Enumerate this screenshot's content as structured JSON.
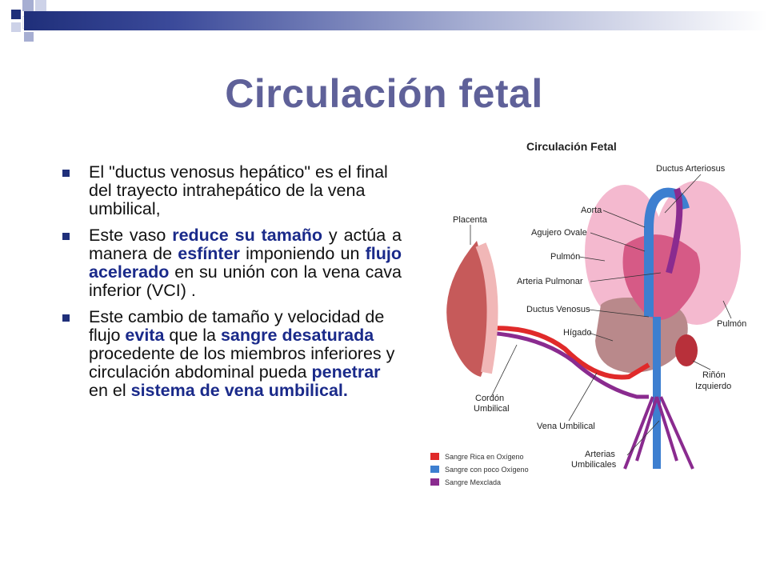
{
  "slide": {
    "title": "Circulación fetal",
    "bullets": [
      {
        "runs": [
          {
            "text": "El \"ductus venosus hepático\" es el final del trayecto intrahepático de la vena umbilical,",
            "hl": false
          }
        ]
      },
      {
        "runs": [
          {
            "text": "Este vaso ",
            "hl": false
          },
          {
            "text": "reduce su tamaño",
            "hl": true
          },
          {
            "text": " y actúa a manera de ",
            "hl": false
          },
          {
            "text": "esfínter",
            "hl": true
          },
          {
            "text": " imponiendo un ",
            "hl": false
          },
          {
            "text": "flujo acelerado",
            "hl": true
          },
          {
            "text": " en su unión con la vena cava inferior (VCI) .",
            "hl": false
          }
        ]
      },
      {
        "runs": [
          {
            "text": "Este cambio de tamaño y velocidad de flujo ",
            "hl": false
          },
          {
            "text": "evita",
            "hl": true
          },
          {
            "text": " que la ",
            "hl": false
          },
          {
            "text": "sangre desaturada",
            "hl": true
          },
          {
            "text": " procedente de los miembros inferiores y circulación abdominal pueda ",
            "hl": false
          },
          {
            "text": "penetrar",
            "hl": true
          },
          {
            "text": " en el ",
            "hl": false
          },
          {
            "text": "sistema de vena umbilical.",
            "hl": true
          }
        ]
      }
    ]
  },
  "diagram": {
    "title": "Circulación Fetal",
    "labels": {
      "ductus_arteriosus": "Ductus Arteriosus",
      "aorta": "Aorta",
      "agujero_ovale": "Agujero Ovale",
      "pulmon_left": "Pulmón",
      "arteria_pulmonar": "Arteria Pulmonar",
      "ductus_venosus": "Ductus Venosus",
      "higado": "Hígado",
      "pulmon_right": "Pulmón",
      "placenta": "Placenta",
      "rinon": "Riñón",
      "izquierdo": "Izquierdo",
      "cordon": "Cordón",
      "umbilical": "Umbilical",
      "vena_umbilical": "Vena Umbilical",
      "arterias": "Arterias",
      "umbilicales": "Umbilicales"
    },
    "legend": [
      {
        "label": "Sangre Rica en Oxígeno",
        "color": "#e02a2a"
      },
      {
        "label": "Sangre con poco Oxígeno",
        "color": "#3d7fd0"
      },
      {
        "label": "Sangre Mexclada",
        "color": "#8a2b8f"
      }
    ]
  },
  "colors": {
    "title": "#5f6199",
    "highlight": "#1a2a8a",
    "bullet": "#1f2f7a"
  }
}
